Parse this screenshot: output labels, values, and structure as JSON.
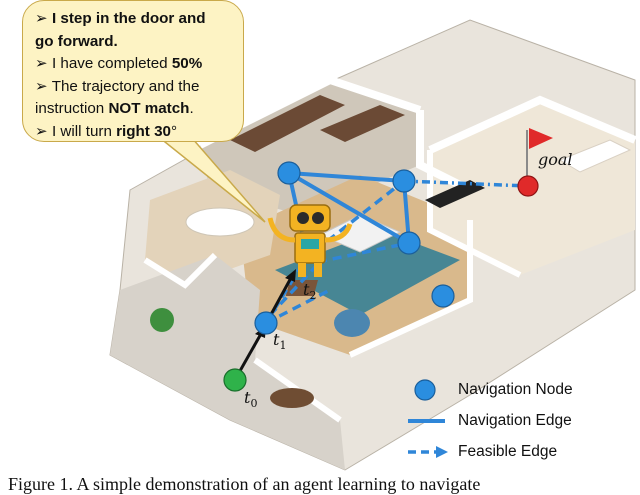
{
  "speech_bubble": {
    "line1_bold": "I step in the door and",
    "line2_bold": "go forward.",
    "line3_text": "I have completed ",
    "line3_bold": "50%",
    "line4_text": "The trajectory and the",
    "line5_text": "instruction ",
    "line5_bold": "NOT match",
    "line5_tail": ".",
    "line6_text": "I will turn ",
    "line6_bold": "right 30",
    "line6_tail": "°",
    "bullet": "➢"
  },
  "labels": {
    "goal": "goal",
    "t0_base": "t",
    "t0_sub": "0",
    "t1_base": "t",
    "t1_sub": "1",
    "t2_base": "t",
    "t2_sub": "2"
  },
  "legend": {
    "node": "Navigation Node",
    "edge": "Navigation Edge",
    "feasible": "Feasible Edge"
  },
  "caption": "Figure 1.  A simple demonstration of an agent learning to navigate",
  "colors": {
    "node": "#2a8ee0",
    "edge": "#2f86d8",
    "start_node": "#2fb24a",
    "goal_node": "#e02a2a",
    "bubble_bg": "#fdf3c4",
    "robot": "#f3b322"
  }
}
